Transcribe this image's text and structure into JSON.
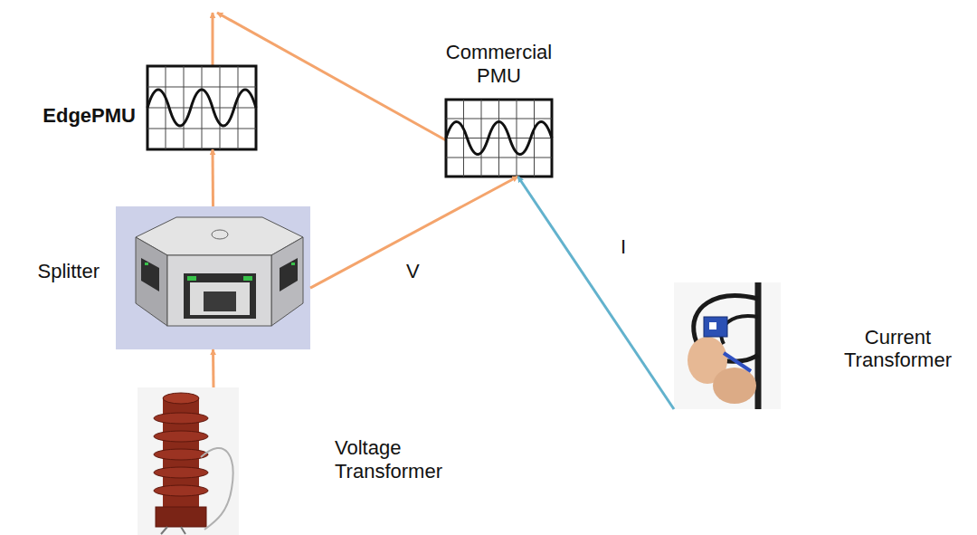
{
  "diagram": {
    "nodes": [
      {
        "text": [
          "EdgePMU"
        ]
      },
      {
        "text": [
          "Commercial PMU"
        ]
      },
      {
        "text": [
          "Splitter"
        ]
      },
      {
        "text": [
          "Current Transformer"
        ]
      },
      {
        "text": [
          "Voltage Transformer"
        ]
      }
    ],
    "edges": [
      {
        "from": 4,
        "to": 2,
        "arrow": "to"
      },
      {
        "from": 2,
        "to": 0,
        "arrow": "to"
      },
      {
        "from": 2,
        "to": 1,
        "label": "V",
        "arrow": "to"
      },
      {
        "from": 3,
        "to": 1,
        "label": "I",
        "arrow": "to"
      }
    ]
  }
}
